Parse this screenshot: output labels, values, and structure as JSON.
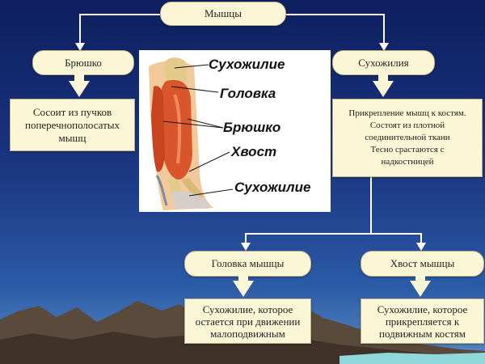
{
  "diagram": {
    "top_node": "Мышцы",
    "left_node": "Брюшко",
    "left_desc": [
      "Сосоит из пучков",
      "поперечнополосатых",
      "мышц"
    ],
    "right_node": "Сухожилия",
    "right_desc": [
      "Прикрепление мышц к костям.",
      "Состоят из плотной",
      "соединительной ткани",
      "Тесно срастаются с",
      "надкостницей"
    ],
    "bottom_left_node": "Головка мышцы",
    "bottom_left_desc": [
      "Сухожилие, которое",
      "остается при движении",
      "малоподвижным"
    ],
    "bottom_right_node": "Хвост мышцы",
    "bottom_right_desc": [
      "Сухожилие, которое",
      "прикрепляется к",
      "подвижным костям"
    ]
  },
  "illustration": {
    "labels": [
      "Сухожилие",
      "Головка",
      "Брюшко",
      "Хвост",
      "Сухожилие"
    ]
  },
  "colors": {
    "box_fill": "#fbf6d6",
    "connector": "#ffffff",
    "muscle": "#d9552c",
    "tendon": "#e3c98a"
  }
}
